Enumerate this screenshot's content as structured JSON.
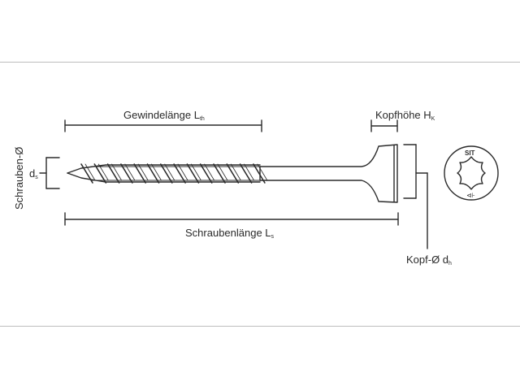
{
  "labels": {
    "thread_length": {
      "main": "Gewindelänge L",
      "sub": "th"
    },
    "screw_length": {
      "main": "Schraubenlänge L",
      "sub": "s"
    },
    "head_height": {
      "main": "Kopfhöhe H",
      "sub": "K"
    },
    "head_diameter": {
      "main": "Kopf-Ø d",
      "sub": "h"
    },
    "screw_diameter_axis": "Schrauben-Ø",
    "screw_diameter": {
      "main": "d",
      "sub": "s"
    }
  },
  "head_marking": {
    "top": "SIT",
    "bottom": "⊲⊦"
  },
  "colors": {
    "stroke": "#2b2b2b",
    "frame": "#bdbdbd",
    "background": "#ffffff"
  },
  "icons": {
    "drive": "torx-star-icon"
  }
}
